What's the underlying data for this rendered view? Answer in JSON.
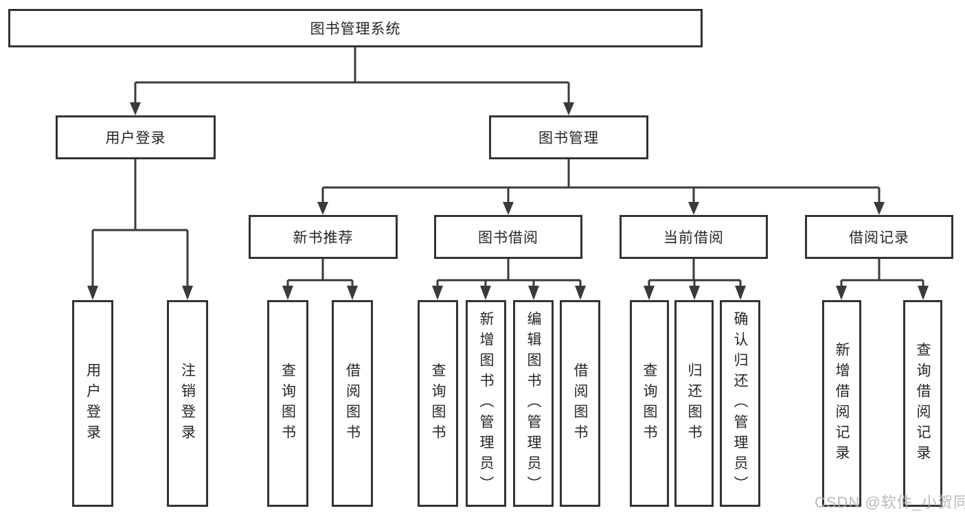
{
  "tree": {
    "root": "图书管理系统",
    "level2": {
      "user_login": "用户登录",
      "book_mgmt": "图书管理"
    },
    "level3": {
      "new_book": "新书推荐",
      "book_borrow": "图书借阅",
      "current_borrow": "当前借阅",
      "borrow_record": "借阅记录"
    },
    "leaves": {
      "user_login": [
        "用户登录",
        "注销登录"
      ],
      "new_book": [
        "查询图书",
        "借阅图书"
      ],
      "book_borrow": [
        "查询图书",
        "新增图书（管理员）",
        "编辑图书（管理员）",
        "借阅图书"
      ],
      "current_borrow": [
        "查询图书",
        "归还图书",
        "确认归还（管理员）"
      ],
      "borrow_record": [
        "新增借阅记录",
        "查询借阅记录"
      ]
    }
  },
  "watermark": "CSDN @软件_小贺同学",
  "colors": {
    "line": "#3a3a3a",
    "border": "#333333",
    "text": "#262626",
    "watermark": "#b6afaf",
    "background": "#ffffff"
  }
}
